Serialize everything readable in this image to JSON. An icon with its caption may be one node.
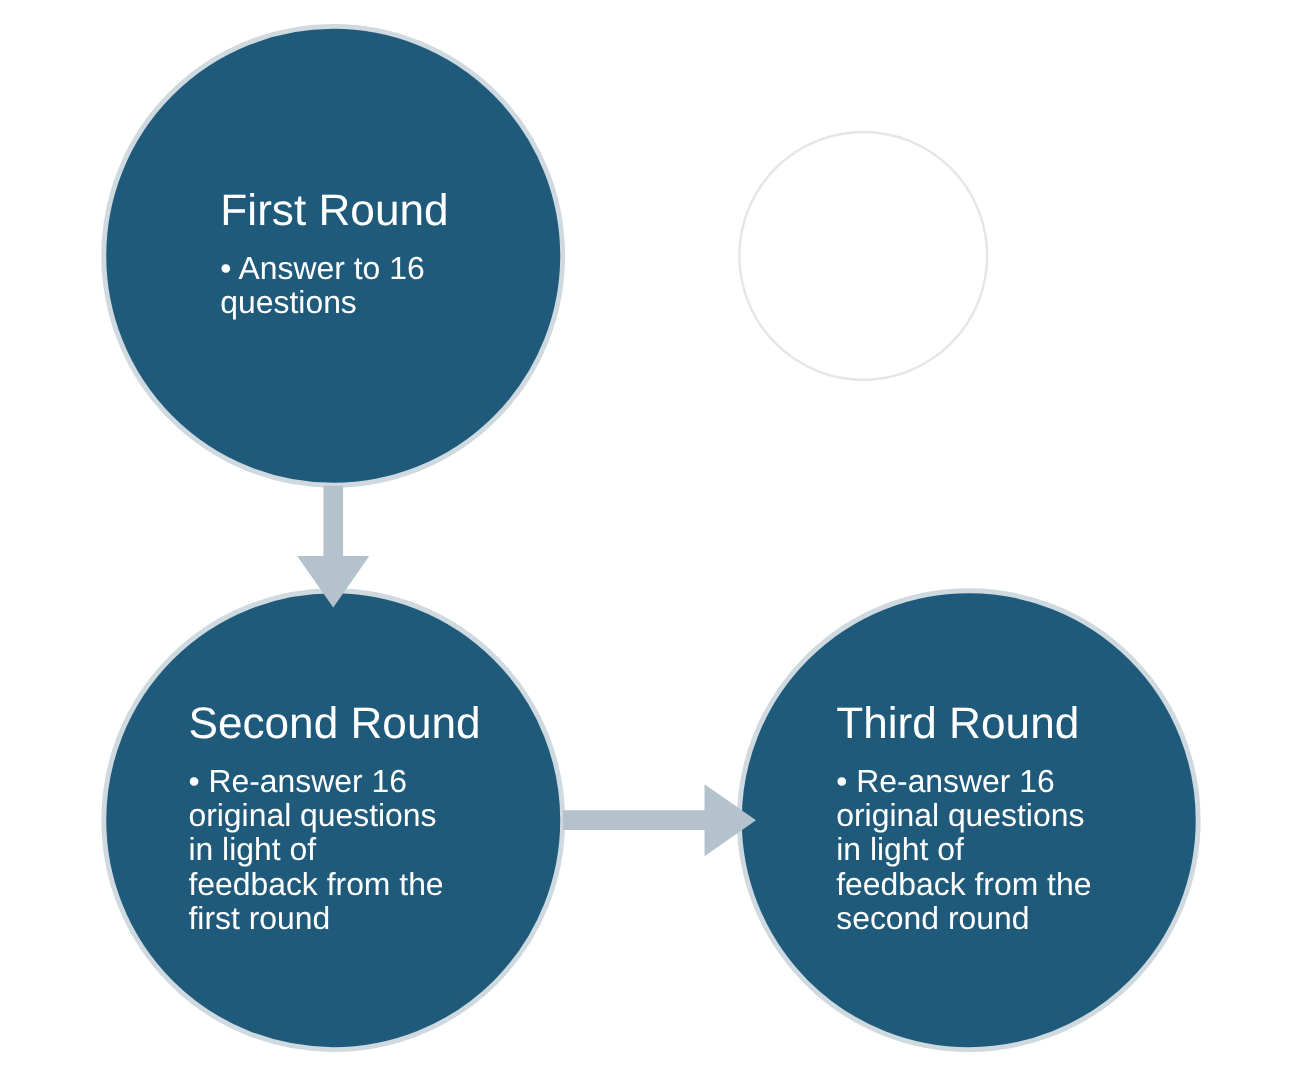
{
  "diagram": {
    "nodes": [
      {
        "text": [
          "First Round",
          "• Answer to 16 questions"
        ]
      },
      {
        "text": [
          "Second Round",
          "• Re-answer 16 original questions in light of feedback from the first round"
        ]
      },
      {
        "text": [
          "Third Round",
          "• Re-answer 16 original questions in light of feedback from the second round"
        ]
      },
      {
        "text": [],
        "shape": "circle"
      }
    ],
    "edges": [
      {
        "from": 0,
        "to": 1,
        "arrow": "to"
      },
      {
        "from": 1,
        "to": 2,
        "arrow": "to"
      }
    ]
  }
}
